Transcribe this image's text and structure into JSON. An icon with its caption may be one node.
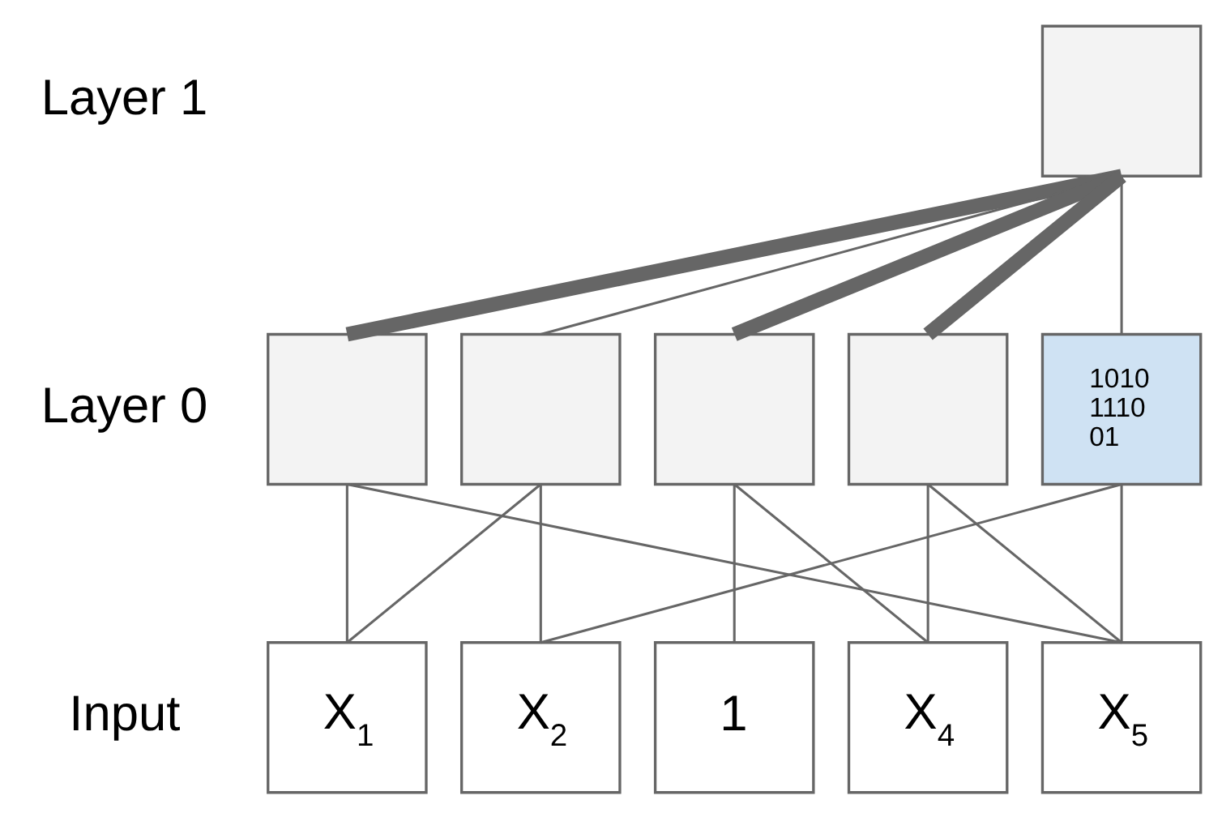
{
  "diagram": {
    "nodes": [
      {
        "text": [],
        "shape": "box"
      },
      {
        "text": [],
        "shape": "box"
      },
      {
        "text": [],
        "shape": "box"
      },
      {
        "text": [],
        "shape": "box"
      },
      {
        "text": [],
        "shape": "box"
      },
      {
        "text": [
          "1010 1110 01"
        ]
      },
      {
        "text": [
          "X$_{1}$"
        ]
      },
      {
        "text": [
          "X$_{2}$"
        ]
      },
      {
        "text": [
          "1"
        ]
      },
      {
        "text": [
          "X$_{4}$"
        ]
      },
      {
        "text": [
          "X$_{5}$"
        ]
      }
    ],
    "edges": [
      {
        "from": 0,
        "to": 1,
        "arrow": "none",
        "style": "thick"
      },
      {
        "from": 0,
        "to": 2,
        "arrow": "none"
      },
      {
        "from": 0,
        "to": 3,
        "arrow": "none",
        "style": "thick"
      },
      {
        "from": 0,
        "to": 4,
        "arrow": "none",
        "style": "thick"
      },
      {
        "from": 0,
        "to": 5,
        "arrow": "none"
      },
      {
        "from": 1,
        "to": 6,
        "arrow": "none"
      },
      {
        "from": 1,
        "to": 10,
        "arrow": "none"
      },
      {
        "from": 2,
        "to": 6,
        "arrow": "none"
      },
      {
        "from": 2,
        "to": 7,
        "arrow": "none"
      },
      {
        "from": 3,
        "to": 8,
        "arrow": "none"
      },
      {
        "from": 3,
        "to": 9,
        "arrow": "none"
      },
      {
        "from": 4,
        "to": 9,
        "arrow": "none"
      },
      {
        "from": 4,
        "to": 10,
        "arrow": "none"
      },
      {
        "from": 5,
        "to": 7,
        "arrow": "none"
      },
      {
        "from": 5,
        "to": 10,
        "arrow": "none"
      }
    ],
    "labels": [
      "Layer 1",
      "Layer 0",
      "Input"
    ]
  }
}
